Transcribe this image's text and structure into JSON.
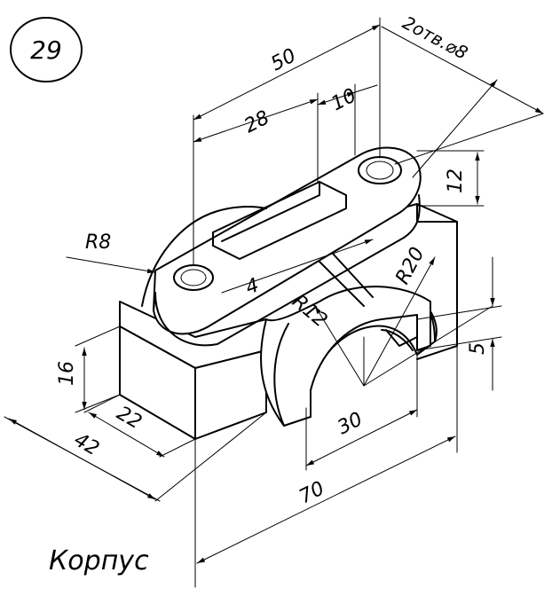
{
  "sheet_number": "29",
  "part_title": "Корпус",
  "holes_note": "2отв.⌀8",
  "dimensions": {
    "d50": "50",
    "d28": "28",
    "d10": "10",
    "d12": "12",
    "dR8": "R8",
    "dR20": "R20",
    "dR12": "R12",
    "d4": "4",
    "d5": "5",
    "d16": "16",
    "d22": "22",
    "d42": "42",
    "d30": "30",
    "d70": "70"
  }
}
